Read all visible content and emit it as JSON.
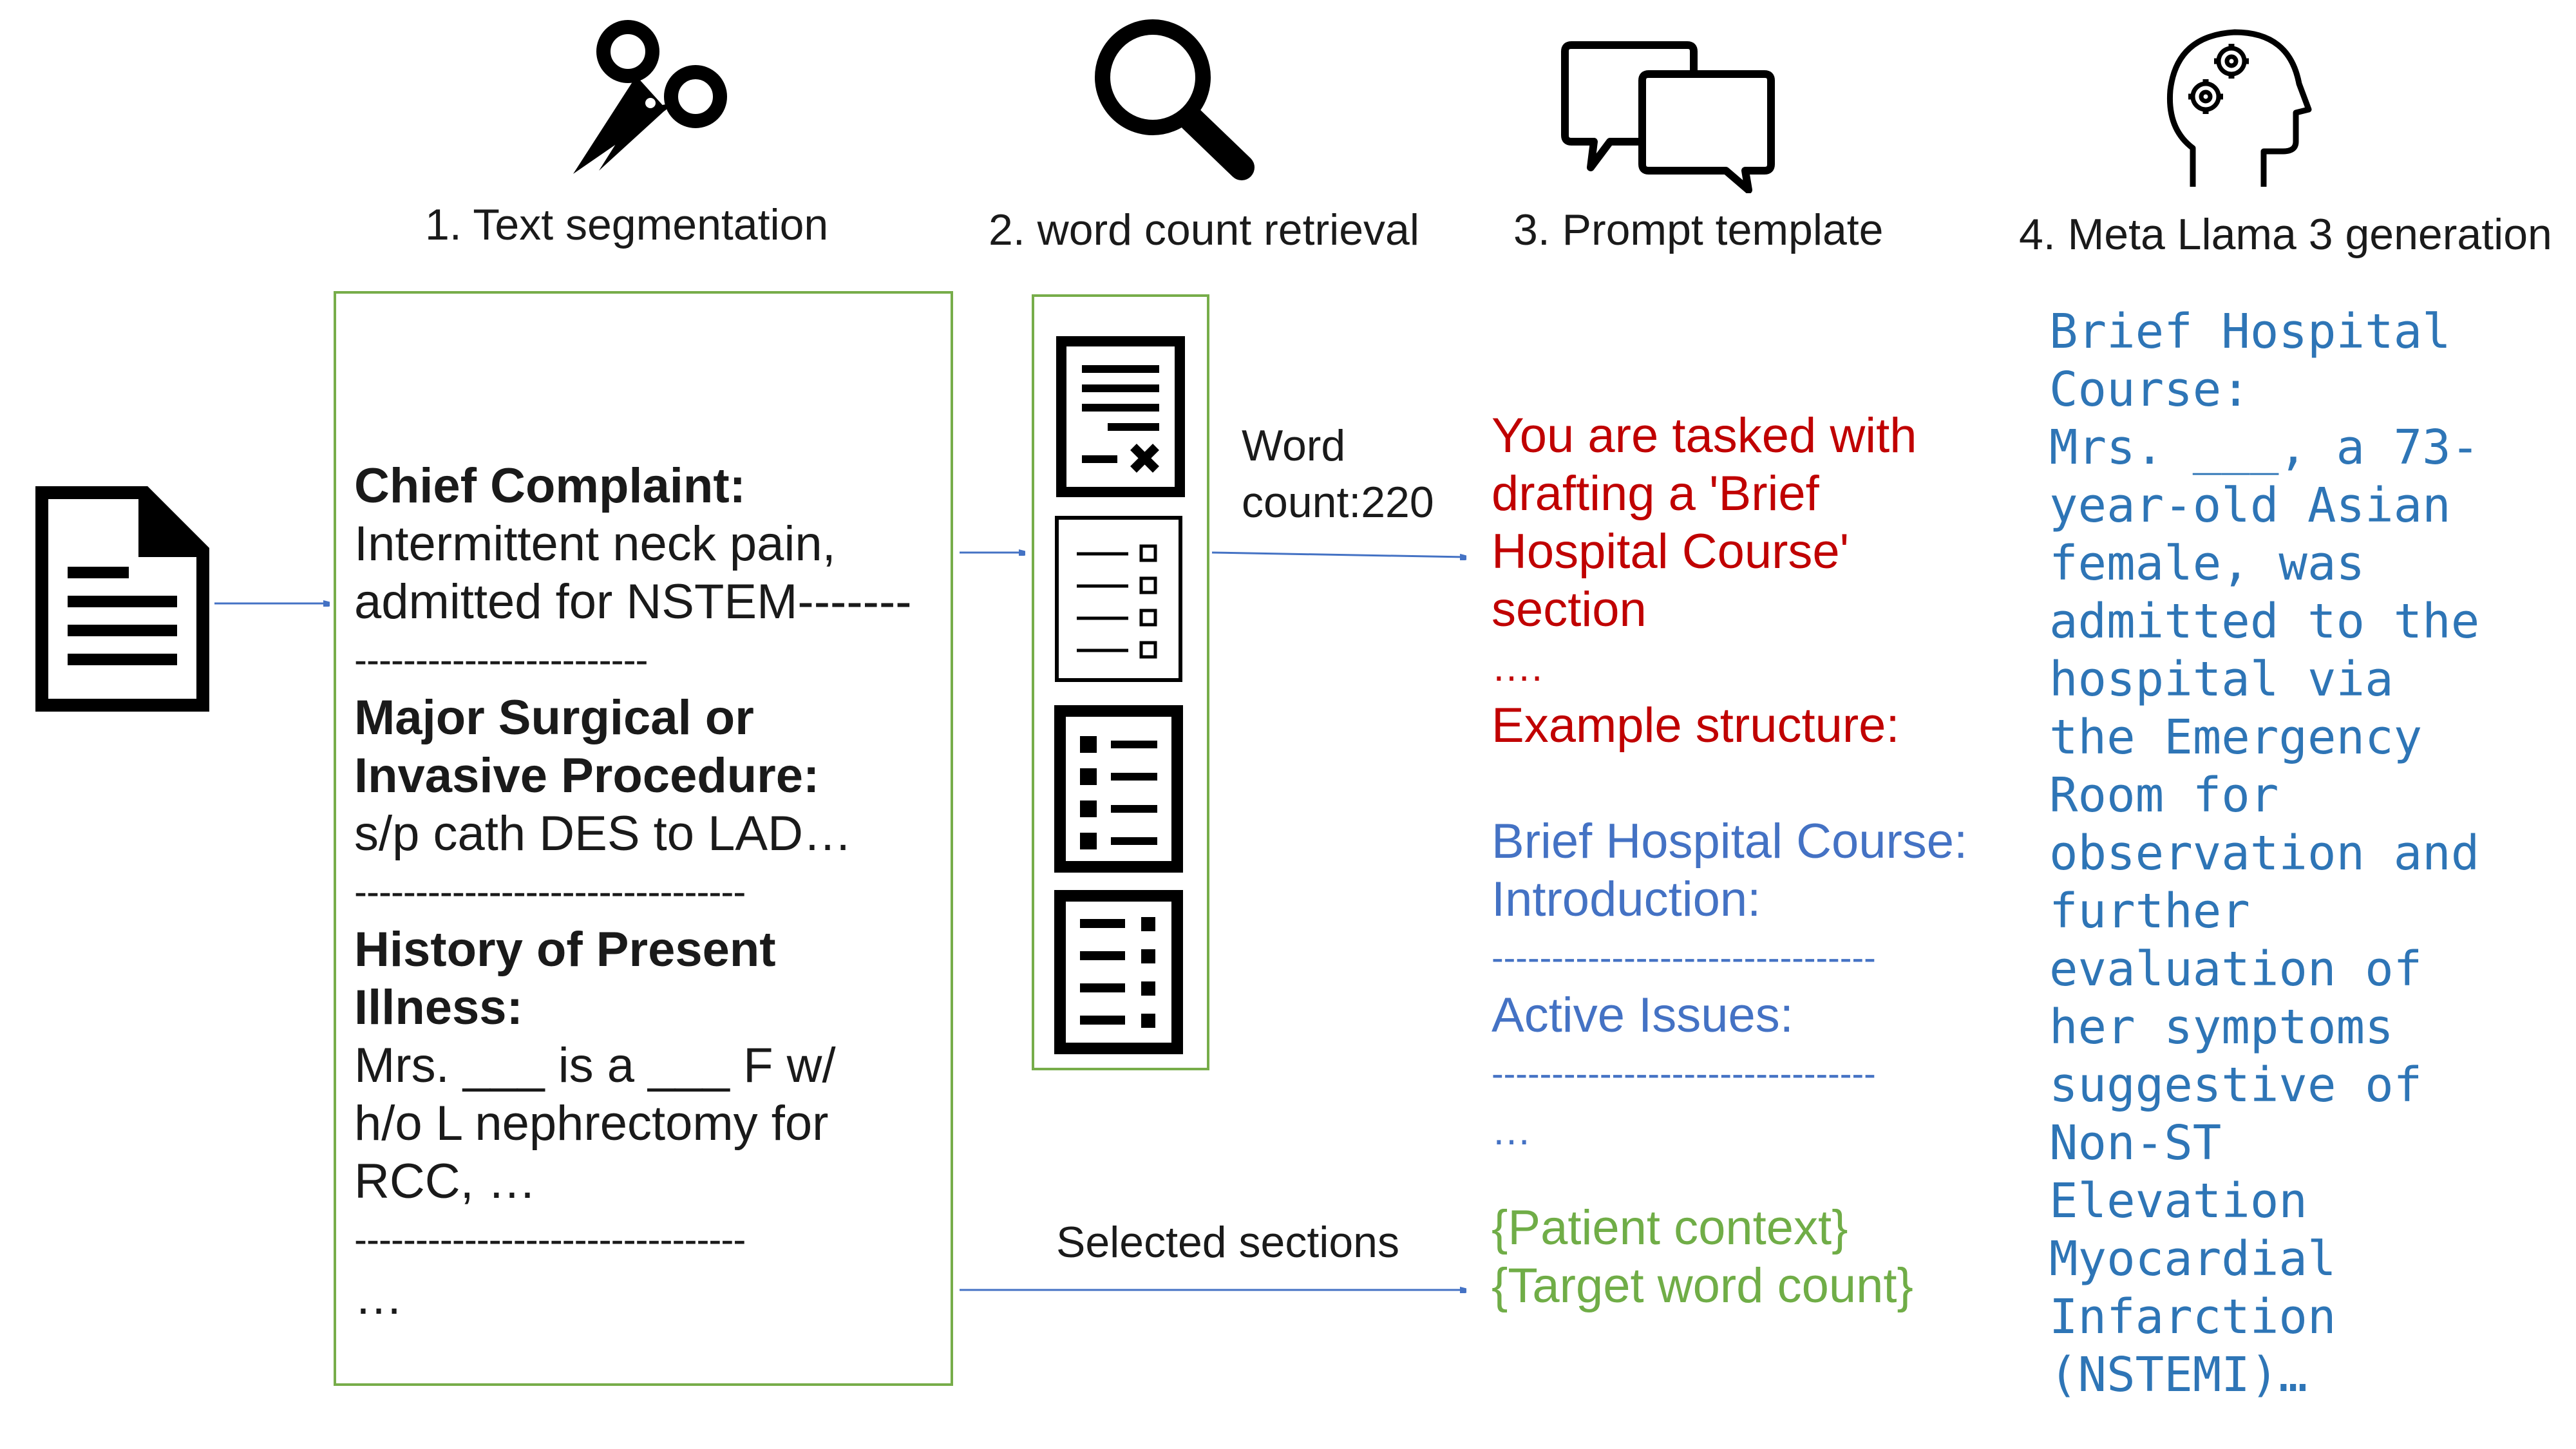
{
  "steps": [
    {
      "label": "1. Text segmentation",
      "icon": "scissors-icon"
    },
    {
      "label": "2. word count retrieval",
      "icon": "magnifier-icon"
    },
    {
      "label": "3. Prompt template",
      "icon": "chat-bubbles-icon"
    },
    {
      "label": "4. Meta Llama 3 generation",
      "icon": "head-gears-icon"
    }
  ],
  "input_icon": "document-icon",
  "segmentation": {
    "chief_complaint_heading": "Chief Complaint:",
    "chief_complaint_line1": "Intermittent neck pain,",
    "chief_complaint_line2": "admitted for NSTEM-------",
    "divider1": "------------------------",
    "procedure_heading_line1": "Major Surgical or",
    "procedure_heading_line2": "Invasive Procedure:",
    "procedure_text": "s/p cath DES to LAD…",
    "divider2": "--------------------------------",
    "hpi_heading_line1": "History of Present",
    "hpi_heading_line2": "Illness:",
    "hpi_line1": "Mrs. ___ is a ___ F w/",
    "hpi_line2": "h/o L nephrectomy for",
    "hpi_line3": "RCC, …",
    "divider3": "--------------------------------",
    "ellipsis": "…"
  },
  "retrieval": {
    "word_count_line1": "Word",
    "word_count_line2": "count:220",
    "section_icons": [
      "document-check-icon",
      "checklist-icon",
      "bullet-list-icon",
      "dotted-list-icon"
    ]
  },
  "selected_sections_label": "Selected sections",
  "prompt": {
    "instruction_line1": "You are tasked with",
    "instruction_line2": "drafting a 'Brief",
    "instruction_line3": "Hospital Course'",
    "instruction_line4": "section",
    "instruction_ellipsis": "….",
    "example_structure": "Example structure:",
    "structure_line1": "Brief Hospital Course:",
    "structure_line2": "Introduction:",
    "structure_divider1": "--------------------------------",
    "structure_active": "Active Issues:",
    "structure_divider2": "--------------------------------",
    "structure_ellipsis": "…",
    "patient_context": "{Patient context}",
    "target_word_count": "{Target word count}"
  },
  "generation": {
    "lines": [
      "Brief Hospital",
      "Course:",
      "Mrs. ___, a 73-",
      "year-old Asian",
      "female, was",
      "admitted to the",
      "hospital via",
      "the Emergency",
      "Room for",
      "observation and",
      "further",
      "evaluation of",
      "her symptoms",
      "suggestive of",
      "Non-ST",
      "Elevation",
      "Myocardial",
      "Infarction",
      "(NSTEMI)…"
    ]
  },
  "colors": {
    "box_border": "#77ad4a",
    "arrow": "#4472c4",
    "instruction": "#c00000",
    "structure": "#4472c4",
    "placeholder": "#70ad47",
    "generation": "#2e75b6"
  }
}
